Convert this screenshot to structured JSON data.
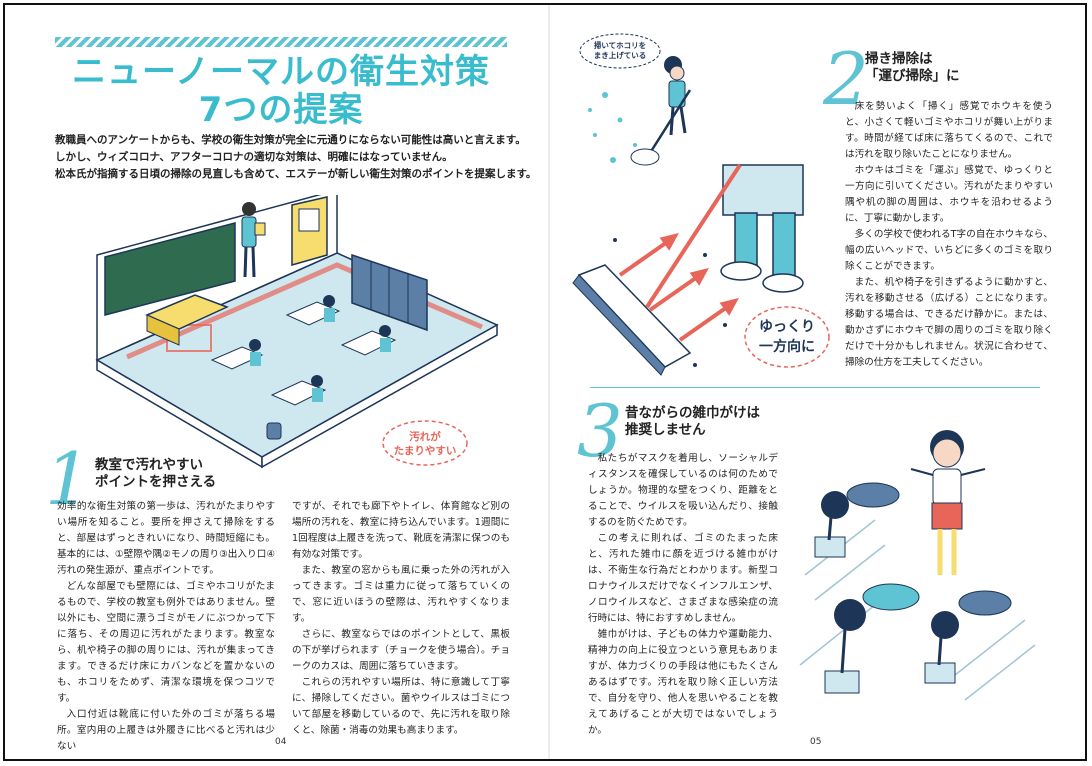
{
  "left_page": {
    "title_line1": "ニューノーマルの衛生対策",
    "title_line2": "7つの提案",
    "intro": [
      "教職員へのアンケートからも、学校の衛生対策が完全に元通りにならない可能性は高いと言えます。",
      "しかし、ウィズコロナ、アフターコロナの適切な対策は、明確にはなっていません。",
      "松本氏が指摘する日頃の掃除の見直しも含めて、エステーが新しい衛生対策のポイントを提案します。"
    ],
    "classroom_callout_line1": "汚れが",
    "classroom_callout_line2": "たまりやすい",
    "section1": {
      "number": "1",
      "heading_line1": "教室で汚れやすい",
      "heading_line2": "ポイントを押さえる",
      "col1": [
        "効率的な衛生対策の第一歩は、汚れがたまりやすい場所を知ること。要所を押さえて掃除をすると、部屋はずっときれいになり、時間短縮にも。基本的には、①壁際や隅②モノの周り③出入り口④汚れの発生源が、重点ポイントです。",
        "どんな部屋でも壁際には、ゴミやホコリがたまるもので、学校の教室も例外ではありません。壁以外にも、空間に漂うゴミがモノにぶつかって下に落ち、その周辺に汚れがたまります。教室なら、机や椅子の脚の周りには、汚れが集まってきます。できるだけ床にカバンなどを置かないのも、ホコリをためず、清潔な環境を保つコツです。",
        "入口付近は靴底に付いた外のゴミが落ちる場所。室内用の上履きは外履きに比べると汚れは少ない"
      ],
      "col2": [
        "ですが、それでも廊下やトイレ、体育館など別の場所の汚れを、教室に持ち込んでいます。1週間に1回程度は上履きを洗って、靴底を清潔に保つのも有効な対策です。",
        "また、教室の窓からも風に乗った外の汚れが入ってきます。ゴミは重力に従って落ちていくので、窓に近いほうの壁際は、汚れやすくなります。",
        "さらに、教室ならではのポイントとして、黒板の下が挙げられます（チョークを使う場合）。チョークのカスは、周囲に落ちていきます。",
        "これらの汚れやすい場所は、特に意識して丁寧に、掃除してください。菌やウイルスはゴミについて部屋を移動しているので、先に汚れを取り除くと、除菌・消毒の効果も高まります。"
      ]
    },
    "page_number": "04"
  },
  "right_page": {
    "sweep_bubble_line1": "掃いてホコリを",
    "sweep_bubble_line2": "まき上げている",
    "slow_callout_line1": "ゆっくり",
    "slow_callout_line2": "一方向に",
    "section2": {
      "number": "2",
      "heading_line1": "掃き掃除は",
      "heading_line2": "「運び掃除」に",
      "body": [
        "床を勢いよく「掃く」感覚でホウキを使うと、小さくて軽いゴミやホコリが舞い上がります。時間が経てば床に落ちてくるので、これでは汚れを取り除いたことになりません。",
        "ホウキはゴミを「運ぶ」感覚で、ゆっくりと一方向に引いてください。汚れがたまりやすい隅や机の脚の周囲は、ホウキを沿わせるように、丁寧に動かします。",
        "多くの学校で使われるT字の自在ホウキなら、幅の広いヘッドで、いちどに多くのゴミを取り除くことができます。",
        "また、机や椅子を引きずるように動かすと、汚れを移動させる（広げる）ことになります。移動する場合は、できるだけ静かに。または、動かさずにホウキで脚の周りのゴミを取り除くだけで十分かもしれません。状況に合わせて、掃除の仕方を工夫してください。"
      ]
    },
    "section3": {
      "number": "3",
      "heading_line1": "昔ながらの雑巾がけは",
      "heading_line2": "推奨しません",
      "body": [
        "私たちがマスクを着用し、ソーシャルディスタンスを確保しているのは何のためでしょうか。物理的な壁をつくり、距離をとることで、ウイルスを吸い込んだり、接触するのを防ぐためです。",
        "この考えに則れば、ゴミのたまった床と、汚れた雑巾に顔を近づける雑巾がけは、不衛生な行為だとわかります。新型コロナウイルスだけでなくインフルエンザ、ノロウイルスなど、さまざまな感染症の流行時には、特におすすめしません。",
        "雑巾がけは、子どもの体力や運動能力、精神力の向上に役立つという意見もありますが、体力づくりの手段は他にもたくさんあるはずです。汚れを取り除く正しい方法で、自分を守り、他人を思いやることを教えてあげることが大切ではないでしょうか。"
      ]
    },
    "page_number": "05"
  },
  "colors": {
    "accent_cyan": "#39bccd",
    "light_blue": "#cfe8ef",
    "coral": "#e8655a",
    "dark_green_board": "#2f6b4f"
  }
}
